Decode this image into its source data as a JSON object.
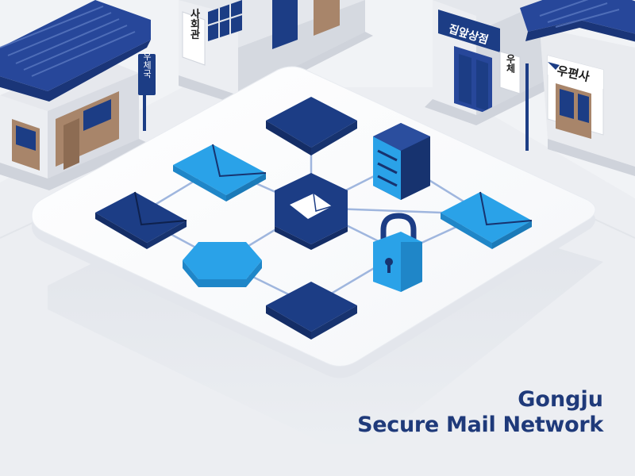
{
  "title": {
    "line1": "Gongju",
    "line2": "Secure Mail Network"
  },
  "signs": {
    "left_vertical": "우체국",
    "building_vertical": "사회관",
    "top_right": "집앞상점",
    "right_vertical": "우체",
    "right_small": "우편사"
  },
  "icons": [
    "envelope-icon",
    "server-icon",
    "padlock-icon",
    "hexagon-hub-icon",
    "hexagon-icon",
    "diamond-tile-icon"
  ],
  "colors": {
    "navy": "#1c3d85",
    "dark_navy": "#17336f",
    "sky": "#2aa2e8",
    "sky_light": "#45b4f0",
    "roof": "#27479a",
    "platform": "#ffffff",
    "ground": "#f1f3f6",
    "wall": "#dfe2e8",
    "wood": "#a8856a",
    "title": "#1f3a7a"
  }
}
